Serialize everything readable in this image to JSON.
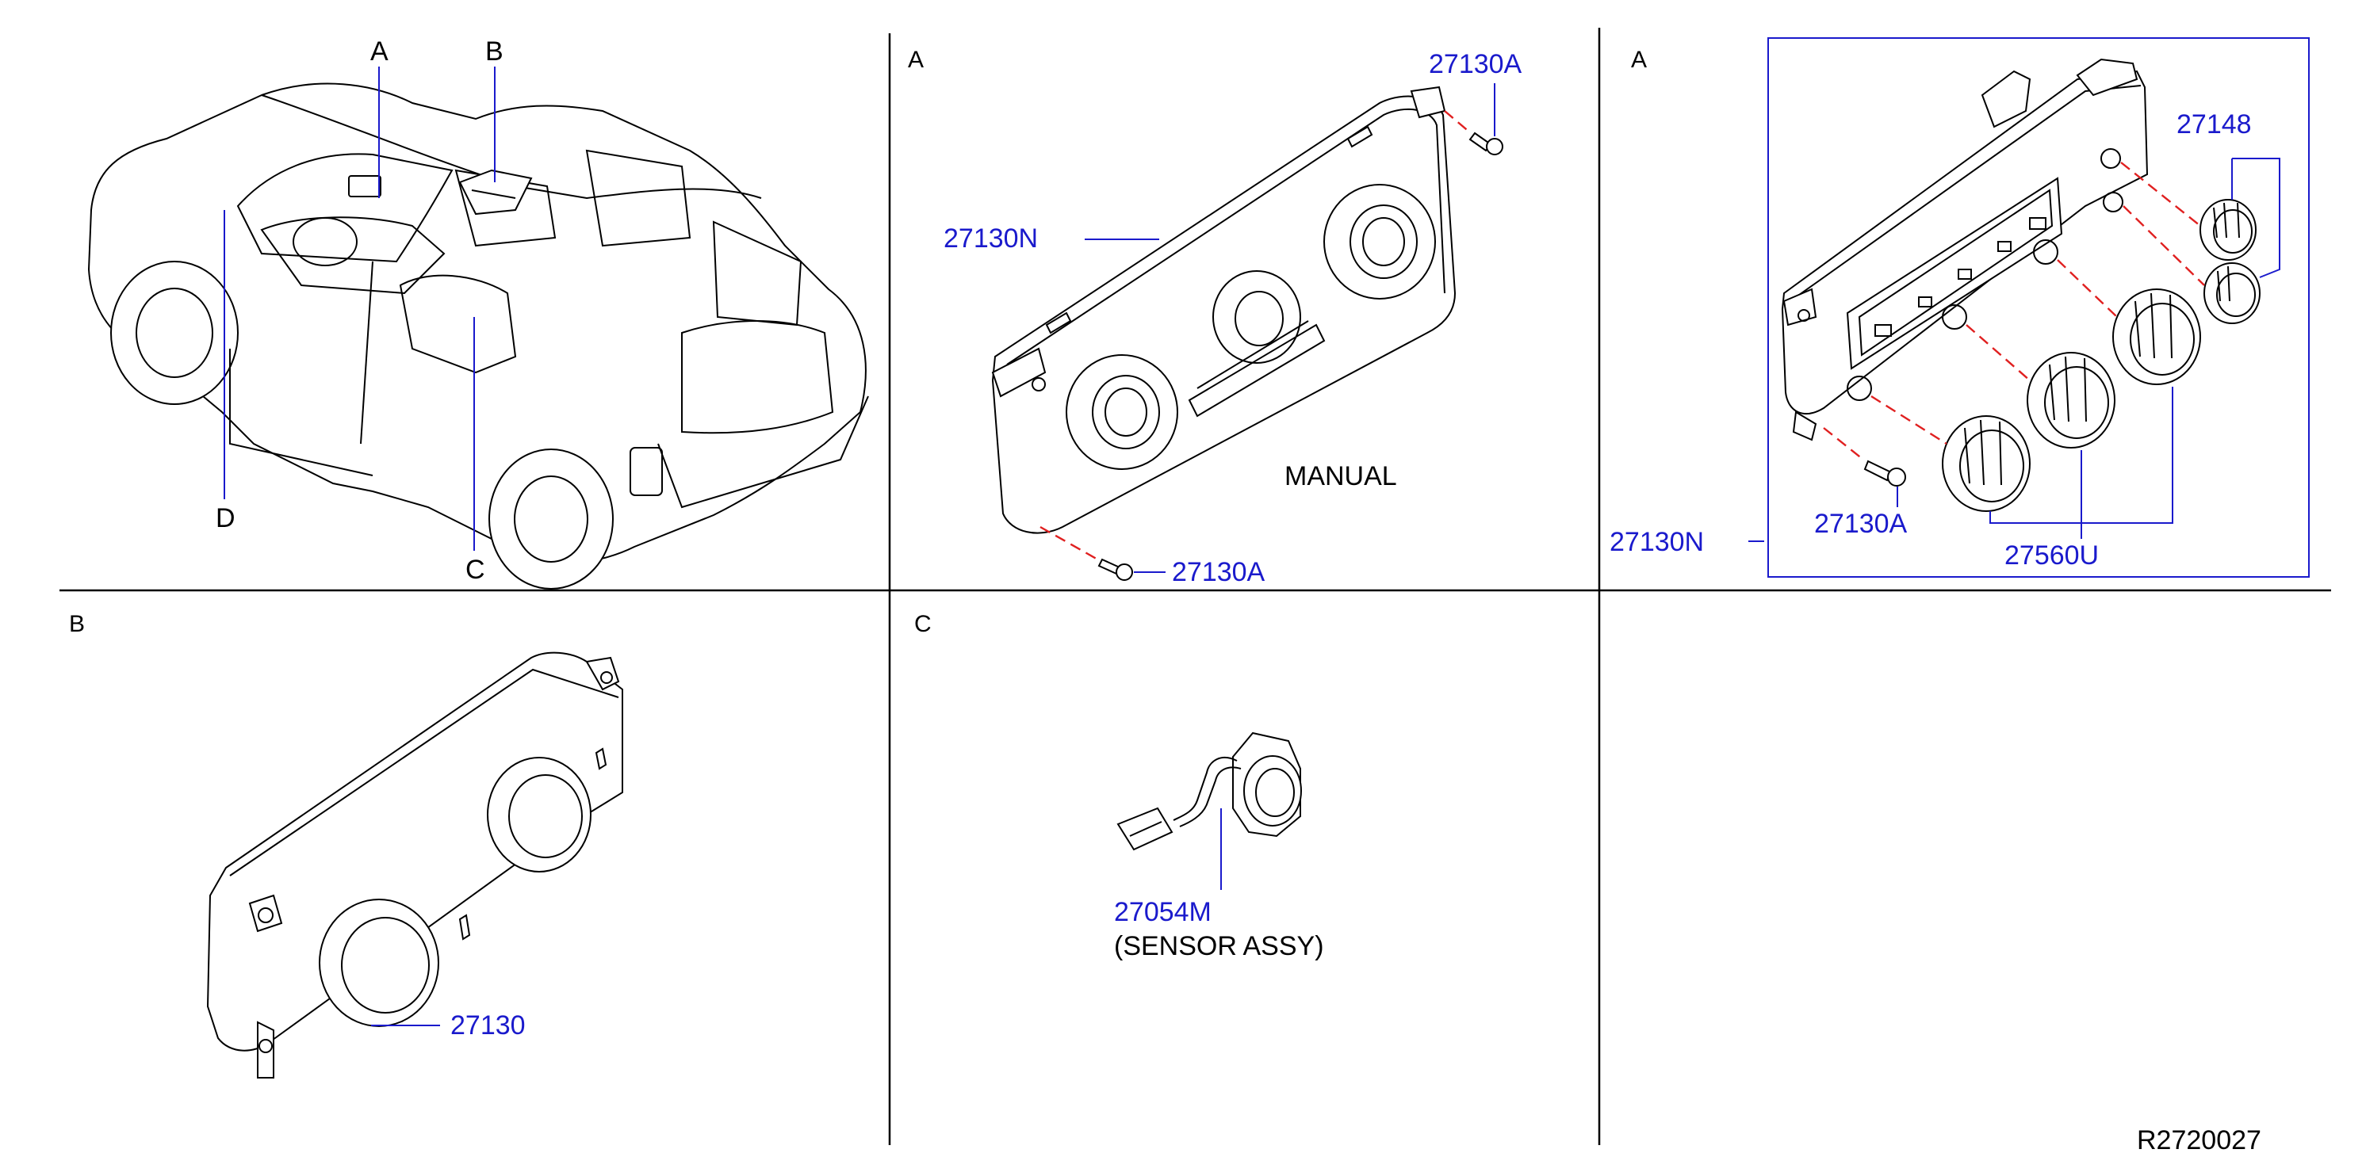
{
  "diagram_id": "R2720027",
  "sections": [
    {
      "id": "vehicle",
      "callouts": [
        "A",
        "B",
        "C",
        "D"
      ]
    },
    {
      "id": "A",
      "letter": "A",
      "variant_label": "MANUAL",
      "parts": [
        "27130A",
        "27130N",
        "27130A"
      ]
    },
    {
      "id": "A2",
      "letter": "A",
      "parts": [
        "27148",
        "27130A",
        "27560U",
        "27130N"
      ]
    },
    {
      "id": "B",
      "letter": "B",
      "parts": [
        "27130"
      ]
    },
    {
      "id": "C",
      "letter": "C",
      "parts": [
        "27054M"
      ],
      "part_desc": "(SENSOR   ASSY)"
    }
  ]
}
